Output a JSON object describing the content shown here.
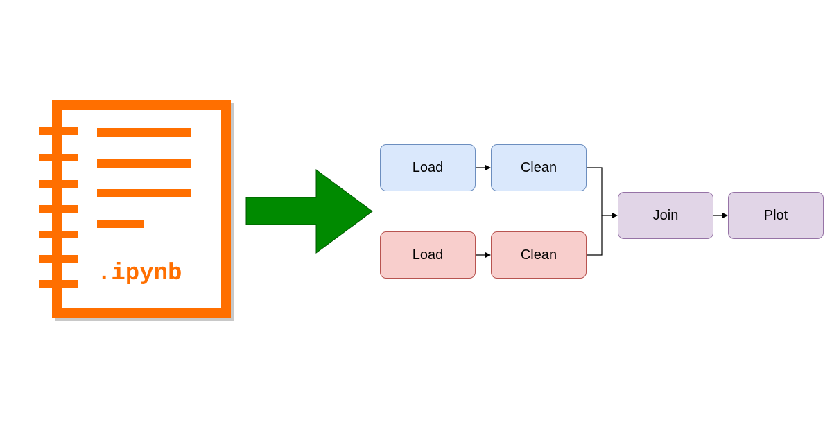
{
  "notebook": {
    "icon": "notebook-icon",
    "extension": ".ipynb",
    "color": "#ff6f00",
    "shadow_color": "#c8c8c8"
  },
  "transform_arrow": {
    "icon": "arrow-right-icon",
    "color": "#008a00",
    "stroke": "#005700"
  },
  "pipeline": {
    "top_row": {
      "load": "Load",
      "clean": "Clean",
      "fill": "#dae8fc",
      "stroke": "#6c8ebf"
    },
    "bottom_row": {
      "load": "Load",
      "clean": "Clean",
      "fill": "#f8cecc",
      "stroke": "#b85450"
    },
    "join": "Join",
    "plot": "Plot",
    "merge_fill": "#e1d5e7",
    "merge_stroke": "#9673a6",
    "edge_color": "#000000"
  }
}
